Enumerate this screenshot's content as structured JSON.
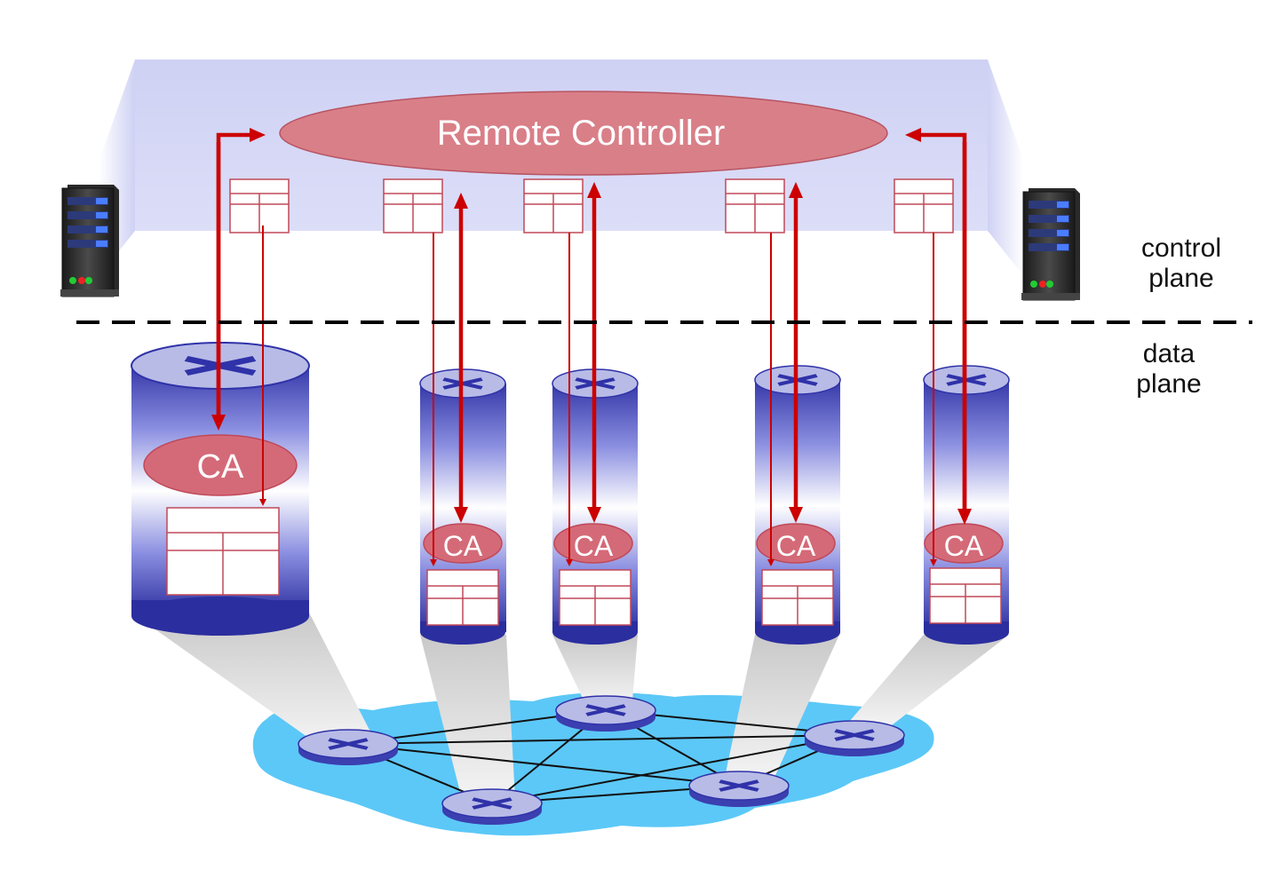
{
  "controller": {
    "label": "Remote Controller"
  },
  "planes": {
    "control_line1": "control",
    "control_line2": "plane",
    "data_line1": "data",
    "data_line2": "plane"
  },
  "agent_label": "CA",
  "routers": [
    {
      "id": "r1",
      "agent": "CA"
    },
    {
      "id": "r2",
      "agent": "CA"
    },
    {
      "id": "r3",
      "agent": "CA"
    },
    {
      "id": "r4",
      "agent": "CA"
    },
    {
      "id": "r5",
      "agent": "CA"
    }
  ],
  "icons": [
    "server-icon",
    "router-icon",
    "flow-table-icon",
    "network-cloud-icon"
  ],
  "colors": {
    "control_band": "#d2d4f4",
    "controller_fill": "#d97f88",
    "agent_fill": "#d46a78",
    "arrow": "#cc0000",
    "router_body": "#3b3fb0",
    "network_cloud": "#5cc8f7"
  }
}
